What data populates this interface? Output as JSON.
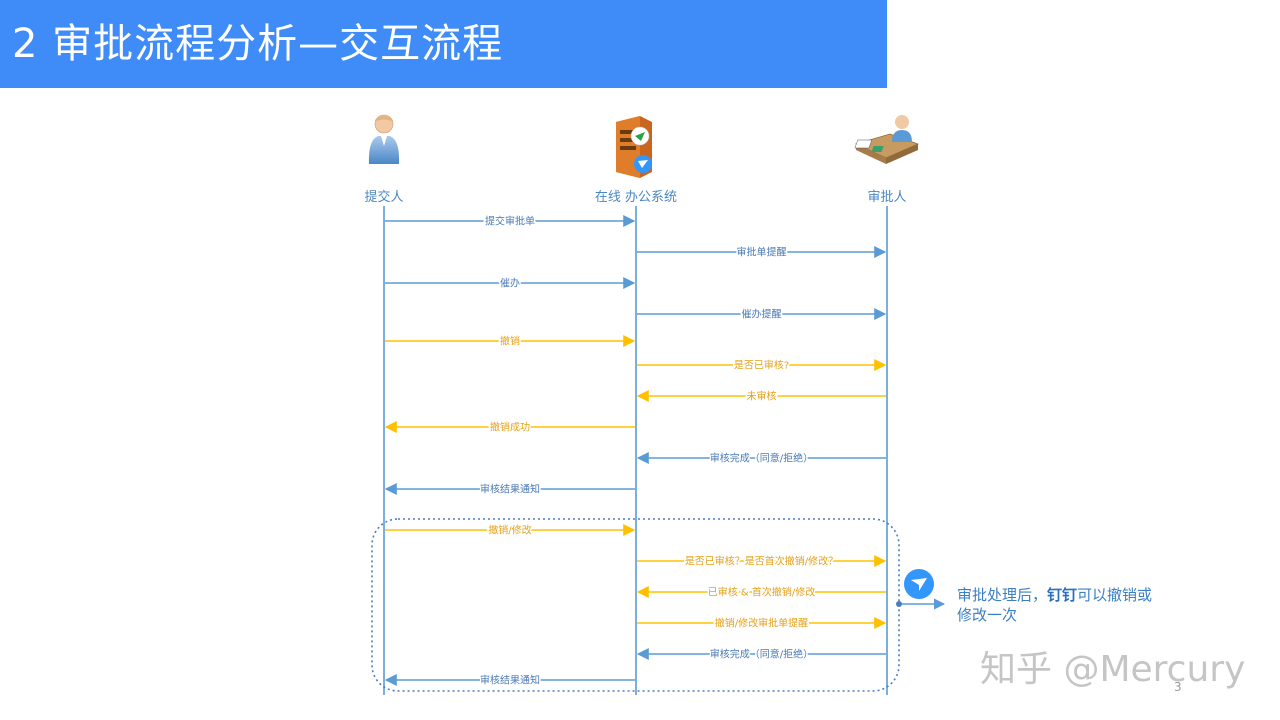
{
  "slide": {
    "title": "2 审批流程分析—交互流程",
    "page_number": "3"
  },
  "lanes": {
    "submitter": "提交人",
    "system": "在线 办公系统",
    "approver": "审批人"
  },
  "colors": {
    "title_bg": "#3f8cf8",
    "blue_arrow": "#5b9bd5",
    "yellow_arrow": "#ffc000",
    "blue_text": "#4a7ab5",
    "yellow_text": "#e6a11a"
  },
  "messages": [
    {
      "label": "提交审批单",
      "from": "submitter",
      "to": "system",
      "color": "blue"
    },
    {
      "label": "审批单提醒",
      "from": "system",
      "to": "approver",
      "color": "blue"
    },
    {
      "label": "催办",
      "from": "submitter",
      "to": "system",
      "color": "blue"
    },
    {
      "label": "催办提醒",
      "from": "system",
      "to": "approver",
      "color": "blue"
    },
    {
      "label": "撤销",
      "from": "submitter",
      "to": "system",
      "color": "yellow"
    },
    {
      "label": "是否已审核?",
      "from": "system",
      "to": "approver",
      "color": "yellow"
    },
    {
      "label": "未审核",
      "from": "approver",
      "to": "system",
      "color": "yellow"
    },
    {
      "label": "撤销成功",
      "from": "system",
      "to": "submitter",
      "color": "yellow"
    },
    {
      "label": "审核完成（同意/拒绝）",
      "from": "approver",
      "to": "system",
      "color": "blue"
    },
    {
      "label": "审核结果通知",
      "from": "system",
      "to": "submitter",
      "color": "blue"
    },
    {
      "label": "撤销/修改",
      "from": "submitter",
      "to": "system",
      "color": "yellow"
    },
    {
      "label": "是否已审核？是否首次撤销/修改？",
      "from": "system",
      "to": "approver",
      "color": "yellow"
    },
    {
      "label": "已审核 & 首次撤销/修改",
      "from": "approver",
      "to": "system",
      "color": "yellow"
    },
    {
      "label": "撤销/修改审批单提醒",
      "from": "system",
      "to": "approver",
      "color": "yellow"
    },
    {
      "label": "审核完成（同意/拒绝）",
      "from": "approver",
      "to": "system",
      "color": "blue"
    },
    {
      "label": "审核结果通知",
      "from": "system",
      "to": "submitter",
      "color": "blue"
    }
  ],
  "note": {
    "prefix": "审批处理后，",
    "highlight": "钉钉",
    "suffix": "可以撤销或修改一次"
  },
  "watermark": "知乎 @Mercury"
}
